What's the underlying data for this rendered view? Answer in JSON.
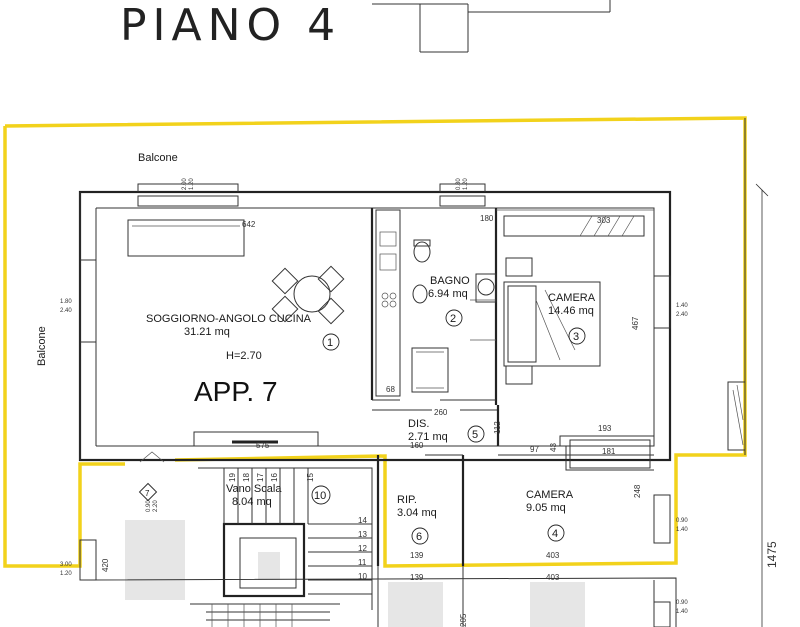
{
  "header": {
    "title": "PIANO 4"
  },
  "apartment": {
    "label": "APP. 7"
  },
  "balconies": {
    "top": "Balcone",
    "left": "Balcone"
  },
  "rooms": [
    {
      "id": "1",
      "name": "SOGGIORNO-ANGOLO CUCINA",
      "area": "31.21 mq",
      "height": "H=2.70"
    },
    {
      "id": "2",
      "name": "BAGNO",
      "area": "6.94 mq"
    },
    {
      "id": "3",
      "name": "CAMERA",
      "area": "14.46 mq"
    },
    {
      "id": "4",
      "name": "CAMERA",
      "area": "9.05 mq"
    },
    {
      "id": "5",
      "name": "DIS.",
      "area": "2.71 mq"
    },
    {
      "id": "6",
      "name": "RIP.",
      "area": "3.04 mq"
    },
    {
      "id": "10",
      "name": "Vano Scala",
      "area": "8.04 mq"
    }
  ],
  "dimensions": {
    "d642": "642",
    "d180": "180",
    "d303": "303",
    "d467": "467",
    "d68": "68",
    "d260": "260",
    "d575": "575",
    "d112": "112",
    "d160": "160",
    "d97": "97",
    "d43": "43",
    "d193": "193",
    "d181": "181",
    "d248": "248",
    "d139a": "139",
    "d139b": "139",
    "d403a": "403",
    "d403b": "403",
    "d420": "420",
    "d205": "205",
    "d1475": "1475",
    "win_200": "2.00",
    "win_120a": "1.20",
    "win_080": "0.80",
    "win_120b": "1.20",
    "win_180": "1.80",
    "win_240a": "2.40",
    "win_140a": "1.40",
    "win_240b": "2.40",
    "win_090a": "0.90",
    "win_140b": "1.40",
    "win_300": "3.00",
    "win_120c": "1.20",
    "win_090b": "0.90",
    "win_220": "2.20",
    "win_090c": "0.90",
    "win_140c": "1.40"
  },
  "stairs": {
    "steps_top": [
      "19",
      "18",
      "17",
      "16",
      "15"
    ],
    "steps_right": [
      "14",
      "13",
      "12",
      "11",
      "10"
    ]
  },
  "stair_marker": "7"
}
